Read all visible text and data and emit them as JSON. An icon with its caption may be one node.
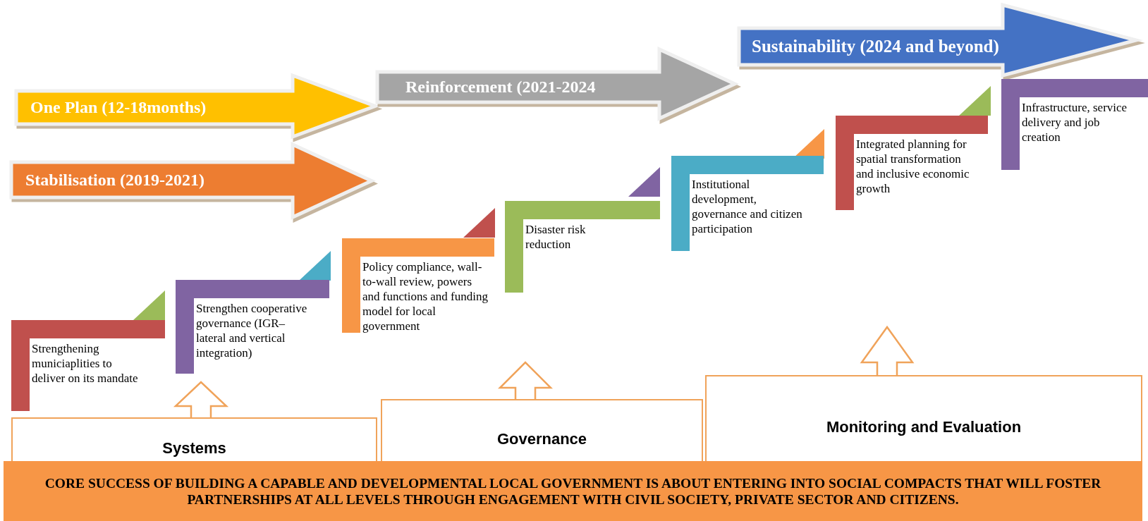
{
  "diagram": {
    "nodes": [
      {
        "text": [
          "One Plan (12-18months)"
        ]
      },
      {
        "text": [
          "Stabilisation (2019-2021)"
        ]
      },
      {
        "text": [
          "Reinforcement (2021-2024"
        ]
      },
      {
        "text": [
          "Sustainability (2024 and beyond)"
        ]
      },
      {
        "text": [
          "Strengthening municiaplities to deliver on its mandate"
        ]
      },
      {
        "text": [
          "Strengthen cooperative governance (IGR–lateral and vertical integration)"
        ]
      },
      {
        "text": [
          "Policy compliance, wall-to-wall review, powers and functions and funding model for local government"
        ]
      },
      {
        "text": [
          "Disaster risk reduction"
        ]
      },
      {
        "text": [
          "Institutional development, governance and citizen participation"
        ]
      },
      {
        "text": [
          "Integrated planning for spatial transformation and inclusive economic growth"
        ]
      },
      {
        "text": [
          "Infrastructure, service delivery and job creation"
        ]
      },
      {
        "text": [
          "Systems"
        ]
      },
      {
        "text": [
          "Governance"
        ]
      },
      {
        "text": [
          "Monitoring and Evaluation"
        ]
      },
      {
        "text": [
          "CORE SUCCESS OF BUILDING A CAPABLE AND DEVELOPMENTAL LOCAL GOVERNMENT IS ABOUT ENTERING INTO SOCIAL COMPACTS THAT WILL FOSTER PARTNERSHIPS AT ALL LEVELS THROUGH ENGAGEMENT WITH CIVIL SOCIETY, PRIVATE SECTOR AND CITIZENS."
        ]
      }
    ],
    "edges": [
      {
        "from": 11,
        "to": null,
        "arrow": "to"
      },
      {
        "from": 12,
        "to": null,
        "arrow": "to"
      },
      {
        "from": 13,
        "to": null,
        "arrow": "to"
      }
    ]
  }
}
